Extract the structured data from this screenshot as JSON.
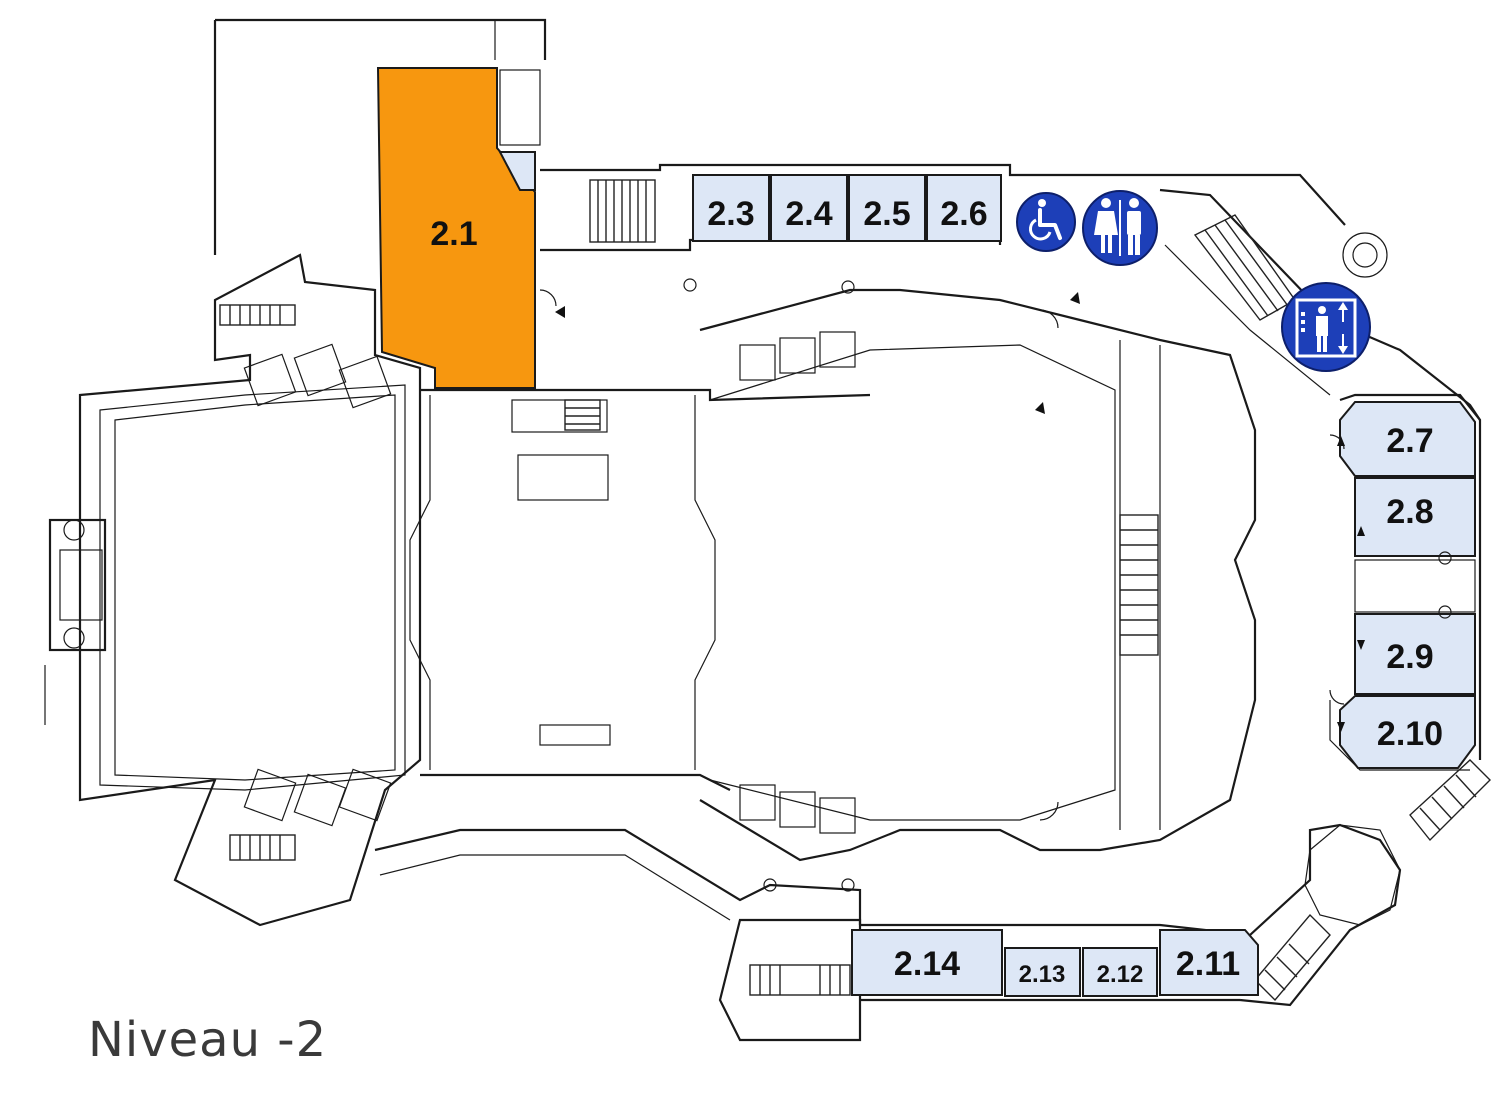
{
  "level": {
    "title": "Niveau -2"
  },
  "colors": {
    "room_fill": "#dde7f6",
    "highlight_fill": "#f7970f",
    "icon_blue": "#1d3fb8"
  },
  "rooms": [
    {
      "id": "2.1",
      "label": "2.1",
      "highlighted": true
    },
    {
      "id": "2.3",
      "label": "2.3"
    },
    {
      "id": "2.4",
      "label": "2.4"
    },
    {
      "id": "2.5",
      "label": "2.5"
    },
    {
      "id": "2.6",
      "label": "2.6"
    },
    {
      "id": "2.7",
      "label": "2.7"
    },
    {
      "id": "2.8",
      "label": "2.8"
    },
    {
      "id": "2.9",
      "label": "2.9"
    },
    {
      "id": "2.10",
      "label": "2.10"
    },
    {
      "id": "2.11",
      "label": "2.11"
    },
    {
      "id": "2.12",
      "label": "2.12"
    },
    {
      "id": "2.13",
      "label": "2.13"
    },
    {
      "id": "2.14",
      "label": "2.14"
    }
  ],
  "icons": [
    {
      "id": "wheelchair",
      "name": "wheelchair-accessible-icon"
    },
    {
      "id": "toilets",
      "name": "toilets-icon"
    },
    {
      "id": "elevator",
      "name": "elevator-icon"
    }
  ]
}
